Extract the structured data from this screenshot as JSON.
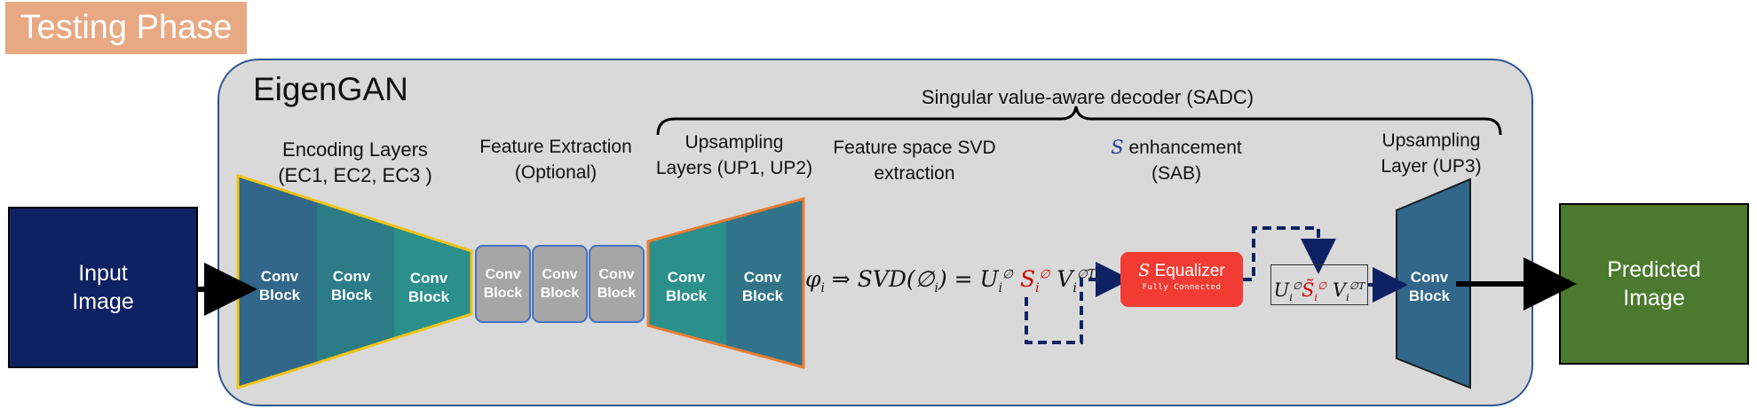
{
  "phase_tag": "Testing Phase",
  "model_title": "EigenGAN",
  "input_box": [
    "Input",
    "Image"
  ],
  "output_box": [
    "Predicted",
    "Image"
  ],
  "sadc_label": "Singular value-aware decoder (SADC)",
  "encoding_label": [
    "Encoding Layers",
    "(EC1, EC2, EC3 )"
  ],
  "feature_extraction_label": [
    "Feature Extraction",
    "(Optional)"
  ],
  "upsampling12_label": [
    "Upsampling",
    "Layers (UP1, UP2)"
  ],
  "svd_label": [
    "Feature space SVD",
    "extraction"
  ],
  "sab_label": {
    "symbol": "S",
    "text": " enhancement",
    "line2": "(SAB)"
  },
  "upsampling3_label": [
    "Upsampling",
    "Layer (UP3)"
  ],
  "conv_block": [
    "Conv",
    "Block"
  ],
  "equalizer": {
    "symbol": "S",
    "text": " Equalizer",
    "sub": "Fully Connected"
  },
  "colors": {
    "encoder_1": "#31678a",
    "encoder_2": "#2c7c88",
    "encoder_3": "#2b8f8c",
    "encoder_border": "#f2c30f",
    "decoder_border": "#ed7d31",
    "feature_block": "#a6a6a6",
    "feature_border": "#4472c4",
    "equalizer": "#f23c33",
    "dash_arrow": "#0e2162",
    "input_box": "#0e2162",
    "output_box": "#4b7a2e",
    "panel": "#d9d9d9",
    "panel_border": "#2f5597"
  }
}
